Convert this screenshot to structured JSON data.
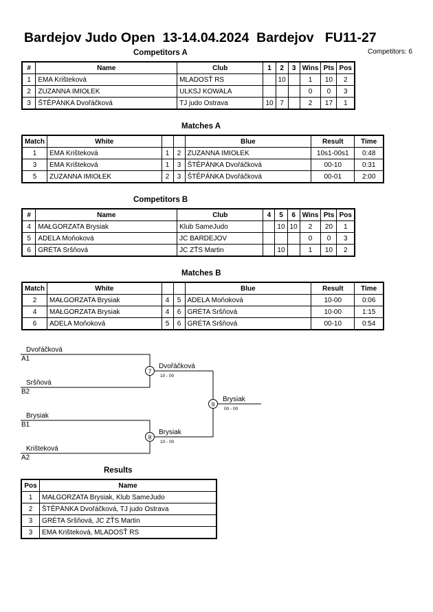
{
  "header": {
    "title": "Bardejov Judo Open  13-14.04.2024  Bardejov   FU11-27",
    "competitors_count": "Competitors: 6"
  },
  "competitors_a": {
    "title": "Competitors A",
    "columns": [
      "#",
      "Name",
      "Club",
      "1",
      "2",
      "3",
      "Wins",
      "Pts",
      "Pos"
    ],
    "rows": [
      [
        "1",
        "EMA Krišteková",
        "MLADOSŤ RS",
        "",
        "10",
        "",
        "1",
        "10",
        "2"
      ],
      [
        "2",
        "ZUZANNA IMIOŁEK",
        "ULKSJ KOWALA",
        "",
        "",
        "",
        "0",
        "0",
        "3"
      ],
      [
        "3",
        "ŠTĚPÁNKA Dvořáčková",
        "TJ judo Ostrava",
        "10",
        "7",
        "",
        "2",
        "17",
        "1"
      ]
    ]
  },
  "matches_a": {
    "title": "Matches A",
    "columns": [
      "Match",
      "White",
      "",
      "",
      "Blue",
      "Result",
      "Time"
    ],
    "rows": [
      [
        "1",
        "EMA Krišteková",
        "1",
        "2",
        "ZUZANNA IMIOŁEK",
        "10s1-00s1",
        "0:48"
      ],
      [
        "3",
        "EMA Krišteková",
        "1",
        "3",
        "ŠTĚPÁNKA Dvořáčková",
        "00-10",
        "0:31"
      ],
      [
        "5",
        "ZUZANNA IMIOŁEK",
        "2",
        "3",
        "ŠTĚPÁNKA Dvořáčková",
        "00-01",
        "2:00"
      ]
    ]
  },
  "competitors_b": {
    "title": "Competitors B",
    "columns": [
      "#",
      "Name",
      "Club",
      "4",
      "5",
      "6",
      "Wins",
      "Pts",
      "Pos"
    ],
    "rows": [
      [
        "4",
        "MAŁGORZATA Brysiak",
        "Klub SameJudo",
        "",
        "10",
        "10",
        "2",
        "20",
        "1"
      ],
      [
        "5",
        "ADELA Moňoková",
        "JC BARDEJOV",
        "",
        "",
        "",
        "0",
        "0",
        "3"
      ],
      [
        "6",
        "GRÉTA Sršňová",
        "JC ZŤS Martin",
        "",
        "10",
        "",
        "1",
        "10",
        "2"
      ]
    ]
  },
  "matches_b": {
    "title": "Matches B",
    "columns": [
      "Match",
      "White",
      "",
      "",
      "Blue",
      "Result",
      "Time"
    ],
    "rows": [
      [
        "2",
        "MAŁGORZATA Brysiak",
        "4",
        "5",
        "ADELA Moňoková",
        "10-00",
        "0:06"
      ],
      [
        "4",
        "MAŁGORZATA Brysiak",
        "4",
        "6",
        "GRÉTA Sršňová",
        "10-00",
        "1:15"
      ],
      [
        "6",
        "ADELA Moňoková",
        "5",
        "6",
        "GRÉTA Sršňová",
        "00-10",
        "0:54"
      ]
    ]
  },
  "bracket": {
    "sf1_top_name": "Dvořáčková",
    "sf1_top_seed": "A1",
    "sf1_bottom_name": "Sršňová",
    "sf1_bottom_seed": "B2",
    "sf1_match_no": "7",
    "sf1_winner": "Dvořáčková",
    "sf1_score": "10 - 00",
    "sf2_top_name": "Brysiak",
    "sf2_top_seed": "B1",
    "sf2_bottom_name": "Krišteková",
    "sf2_bottom_seed": "A2",
    "sf2_match_no": "8",
    "sf2_winner": "Brysiak",
    "sf2_score": "10 - 00",
    "final_match_no": "9",
    "final_winner": "Brysiak",
    "final_score": "00 - 00"
  },
  "results": {
    "title": "Results",
    "columns": [
      "Pos",
      "Name"
    ],
    "rows": [
      [
        "1",
        "MAŁGORZATA Brysiak, Klub SameJudo"
      ],
      [
        "2",
        "ŠTĚPÁNKA Dvořáčková, TJ judo Ostrava"
      ],
      [
        "3",
        "GRÉTA Sršňová, JC ZŤS Martin"
      ],
      [
        "3",
        "EMA Krišteková, MLADOSŤ RS"
      ]
    ]
  }
}
